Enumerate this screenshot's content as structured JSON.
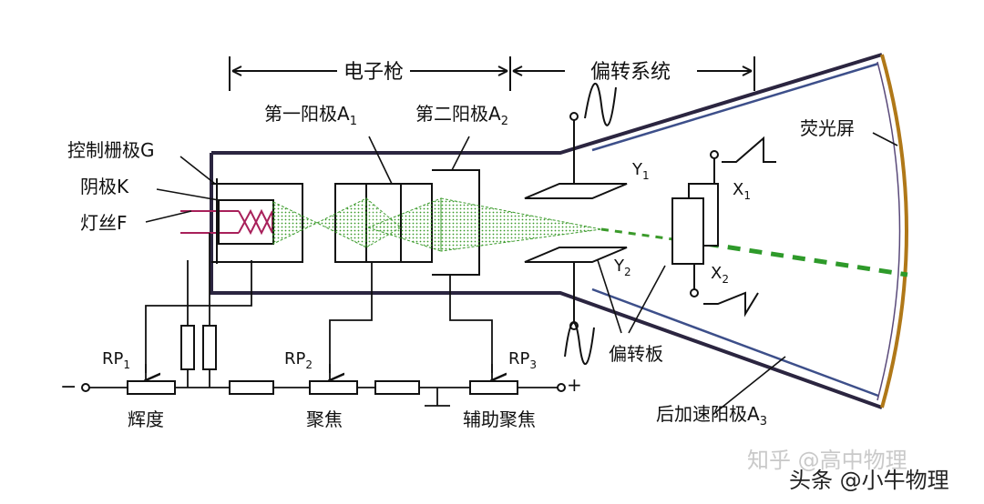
{
  "diagram": {
    "sections": {
      "gun": "电子枪",
      "deflection": "偏转系统"
    },
    "labels": {
      "control_grid": "控制栅极G",
      "cathode": "阴极K",
      "filament": "灯丝F",
      "anode1": "第一阳极A",
      "anode1_sub": "1",
      "anode2": "第二阳极A",
      "anode2_sub": "2",
      "y_plate": "Y",
      "y1_sub": "1",
      "y2_sub": "2",
      "x_plate": "X",
      "x1_sub": "1",
      "x2_sub": "2",
      "screen": "荧光屏",
      "deflect_plates": "偏转板",
      "post_anode": "后加速阳极A",
      "post_anode_sub": "3"
    },
    "circuit": {
      "rp": "RP",
      "rp1_sub": "1",
      "rp2_sub": "2",
      "rp3_sub": "3",
      "minus": "−",
      "plus": "+",
      "brightness": "辉度",
      "focus": "聚焦",
      "aux_focus": "辅助聚焦"
    }
  },
  "watermark": {
    "primary": "知乎 @高中物理",
    "secondary": "头条 @小牛物理"
  },
  "colors": {
    "line": "#111111",
    "tube": "#2b2540",
    "beam": "#3a9a2a",
    "filament": "#a8205a",
    "screen": "#b07818",
    "plate_blue": "#3d4f8a"
  }
}
